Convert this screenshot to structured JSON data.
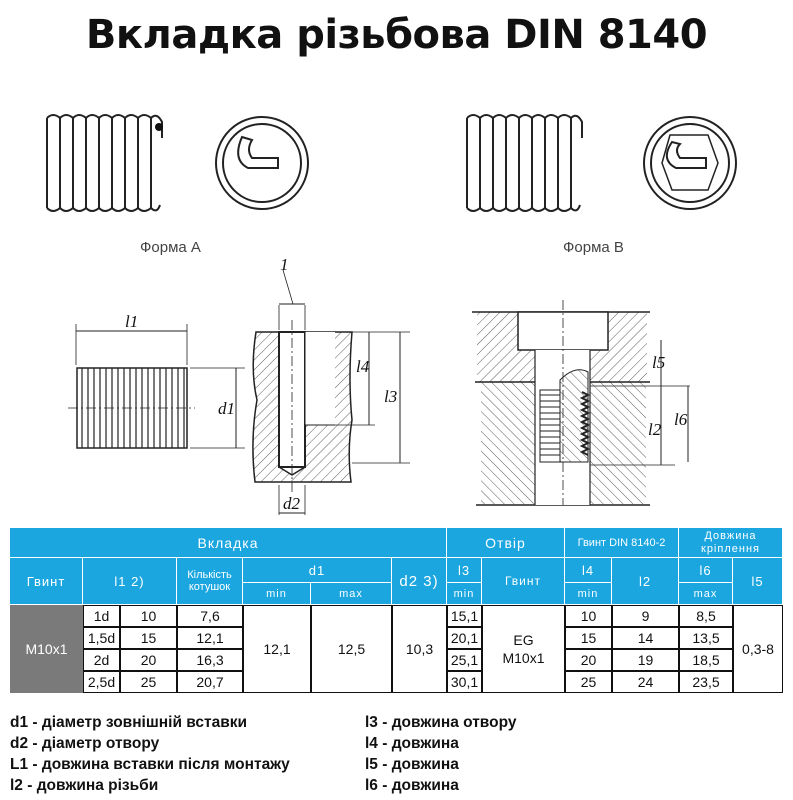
{
  "title": "Вкладка різьбова DIN 8140",
  "drawings": {
    "form_a": "Форма A",
    "form_b": "Форма B",
    "labels": {
      "l1": "l1",
      "d1": "d1",
      "one": "1",
      "l4": "l4",
      "l3": "l3",
      "d2": "d2",
      "l5": "l5",
      "l2": "l2",
      "l6": "l6"
    }
  },
  "table": {
    "header": {
      "insert": "Вкладка",
      "hole": "Отвір",
      "screw_din": "Гвинт DIN 8140-2",
      "fix_length": "Довжина кріплення",
      "screw": "Гвинт",
      "l1": "l1 2)",
      "coils": "Кількість котушок",
      "d1": "d1",
      "min": "min",
      "max": "max",
      "d2": "d2 3)",
      "l3": "l3",
      "hole_screw": "Гвинт",
      "l4": "l4",
      "l2": "l2",
      "l6": "l6",
      "l5": "l5"
    },
    "screw": "M10x1",
    "d1_min": "12,1",
    "d1_max": "12,5",
    "d2": "10,3",
    "hole_screw": "EG M10x1",
    "l5": "0,3-8",
    "rows": [
      {
        "l1d": "1d",
        "l1": "10",
        "coils": "7,6",
        "l3": "15,1",
        "l4": "10",
        "l2": "9",
        "l6": "8,5"
      },
      {
        "l1d": "1,5d",
        "l1": "15",
        "coils": "12,1",
        "l3": "20,1",
        "l4": "15",
        "l2": "14",
        "l6": "13,5"
      },
      {
        "l1d": "2d",
        "l1": "20",
        "coils": "16,3",
        "l3": "25,1",
        "l4": "20",
        "l2": "19",
        "l6": "18,5"
      },
      {
        "l1d": "2,5d",
        "l1": "25",
        "coils": "20,7",
        "l3": "30,1",
        "l4": "25",
        "l2": "24",
        "l6": "23,5"
      }
    ]
  },
  "legend": {
    "left": [
      "d1 - діаметр зовнішній вставки",
      "d2 - діаметр отвору",
      "L1 - довжина вставки після монтажу",
      "l2 - довжина різьби"
    ],
    "right": [
      "l3 - довжина отвору",
      "l4 - довжина",
      "l5 - довжина",
      "l6 - довжина"
    ]
  }
}
